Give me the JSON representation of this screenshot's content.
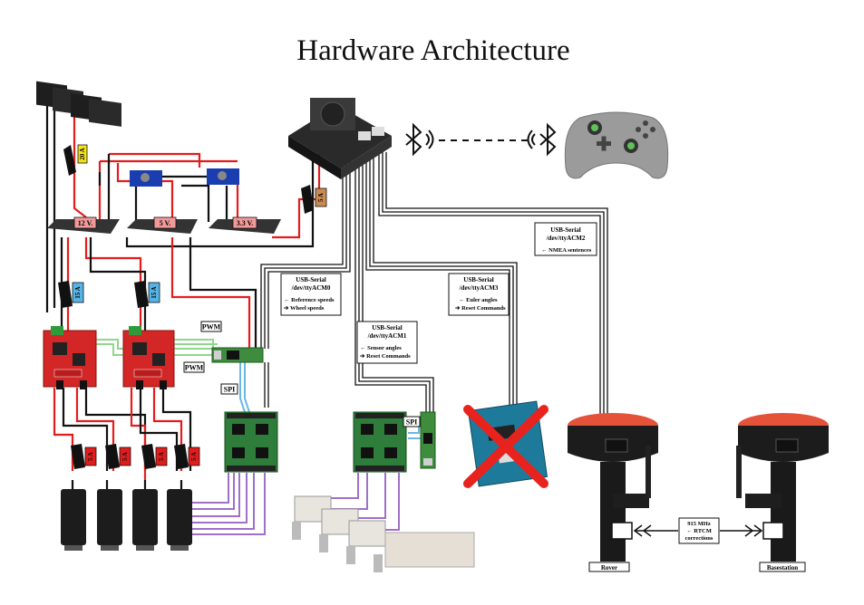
{
  "title": "Hardware Architecture",
  "colors": {
    "power_red": "#e31d1d",
    "signal_black": "#111111",
    "pwm_green": "#8fd78a",
    "spi_blue": "#6ab7e6",
    "motor_purple": "#a070c8",
    "board_green": "#2f7d3a",
    "driver_red": "#d32626",
    "cross_red": "#e8221d",
    "fuse_red": "#e21b1b",
    "fuse_yellow": "#f4e11c",
    "fuse_blue": "#56b3e6",
    "fuse_tan": "#c98b52",
    "bus_pink": "#f29a9a",
    "gps_orange": "#e4523a",
    "controller_gray": "#9b9b9b"
  },
  "fuses": {
    "battery": "20 A",
    "jetson": "5 A",
    "driver_left": "15 A",
    "driver_right": "15 A",
    "motor_1": "5 A",
    "motor_2": "5 A",
    "motor_3": "5 A",
    "motor_4": "5 A"
  },
  "bus_bars": {
    "v12": "12 V.",
    "v5": "5 V.",
    "v33": "3.3 V."
  },
  "signals": {
    "pwm_top": "PWM",
    "pwm_bottom": "PWM",
    "spi_left": "SPI",
    "spi_right": "SPI"
  },
  "links": {
    "acm0": {
      "title": "USB-Serial",
      "port": "/dev/ttyACM0",
      "rx": "← Reference speeds",
      "tx": "➔ Wheel speeds"
    },
    "acm1": {
      "title": "USB-Serial",
      "port": "/dev/ttyACM1",
      "rx": "← Sensor angles",
      "tx": "➔ Reset Commands"
    },
    "acm3": {
      "title": "USB-Serial",
      "port": "/dev/ttyACM3",
      "rx": "← Euler angles",
      "tx": "➔ Reset Commands"
    },
    "acm2": {
      "title": "USB-Serial",
      "port": "/dev/ttyACM2",
      "rx": "← NMEA sentences"
    }
  },
  "radio": {
    "line1": "915 MHz",
    "line2": "← RTCM",
    "line3": "corrections"
  },
  "gps": {
    "rover": "Rover",
    "base": "Basestation"
  },
  "icons": {
    "bluetooth_left": "bluetooth-icon",
    "bluetooth_right": "bluetooth-icon",
    "controller": "gamepad-icon"
  }
}
